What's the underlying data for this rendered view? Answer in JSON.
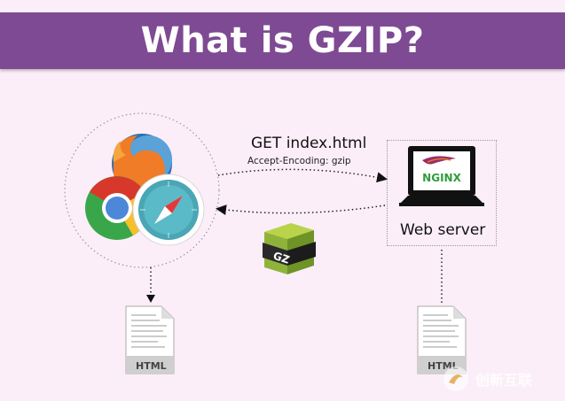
{
  "banner": {
    "title": "What is GZIP?",
    "color": "#7e4a93"
  },
  "request": {
    "label": "GET index.html",
    "header": "Accept-Encoding: gzip"
  },
  "server": {
    "label": "Web server",
    "logo_text": "NGINX"
  },
  "archive": {
    "label": "GZ"
  },
  "documents": [
    {
      "label": "HTML"
    },
    {
      "label": "HTML"
    }
  ],
  "icons": [
    "firefox-icon",
    "chrome-icon",
    "safari-icon",
    "apache-feather-icon",
    "laptop-icon",
    "gz-archive-icon",
    "html-document-icon"
  ],
  "watermark": {
    "text": "创新互联"
  },
  "colors": {
    "background": "#fbeef8",
    "nginx_green": "#2e9d3c",
    "chrome_red": "#d8382b",
    "chrome_green": "#3aa64a",
    "chrome_yellow": "#f5c02a",
    "safari_teal": "#4aa6b4",
    "firefox_orange": "#f07c28"
  }
}
